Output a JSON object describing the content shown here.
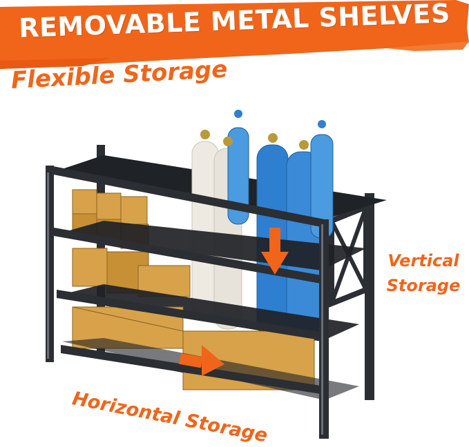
{
  "banner": {
    "title": "REMOVABLE METAL SHELVES",
    "color": "#f0651a"
  },
  "subtitle": "Flexible Storage",
  "labels": {
    "vertical_line1": "Vertical",
    "vertical_line2": "Storage",
    "horizontal": "Horizontal Storage"
  },
  "colors": {
    "accent": "#f0651a",
    "rack": "#2b2e33",
    "shelf": "#1f2226",
    "box": "#d8a24a",
    "cylinder_white": "#eeeae2",
    "cylinder_blue": "#2f7fd0"
  },
  "icons": {
    "arrow_down": "arrow-down-icon",
    "arrow_right": "arrow-right-icon"
  }
}
